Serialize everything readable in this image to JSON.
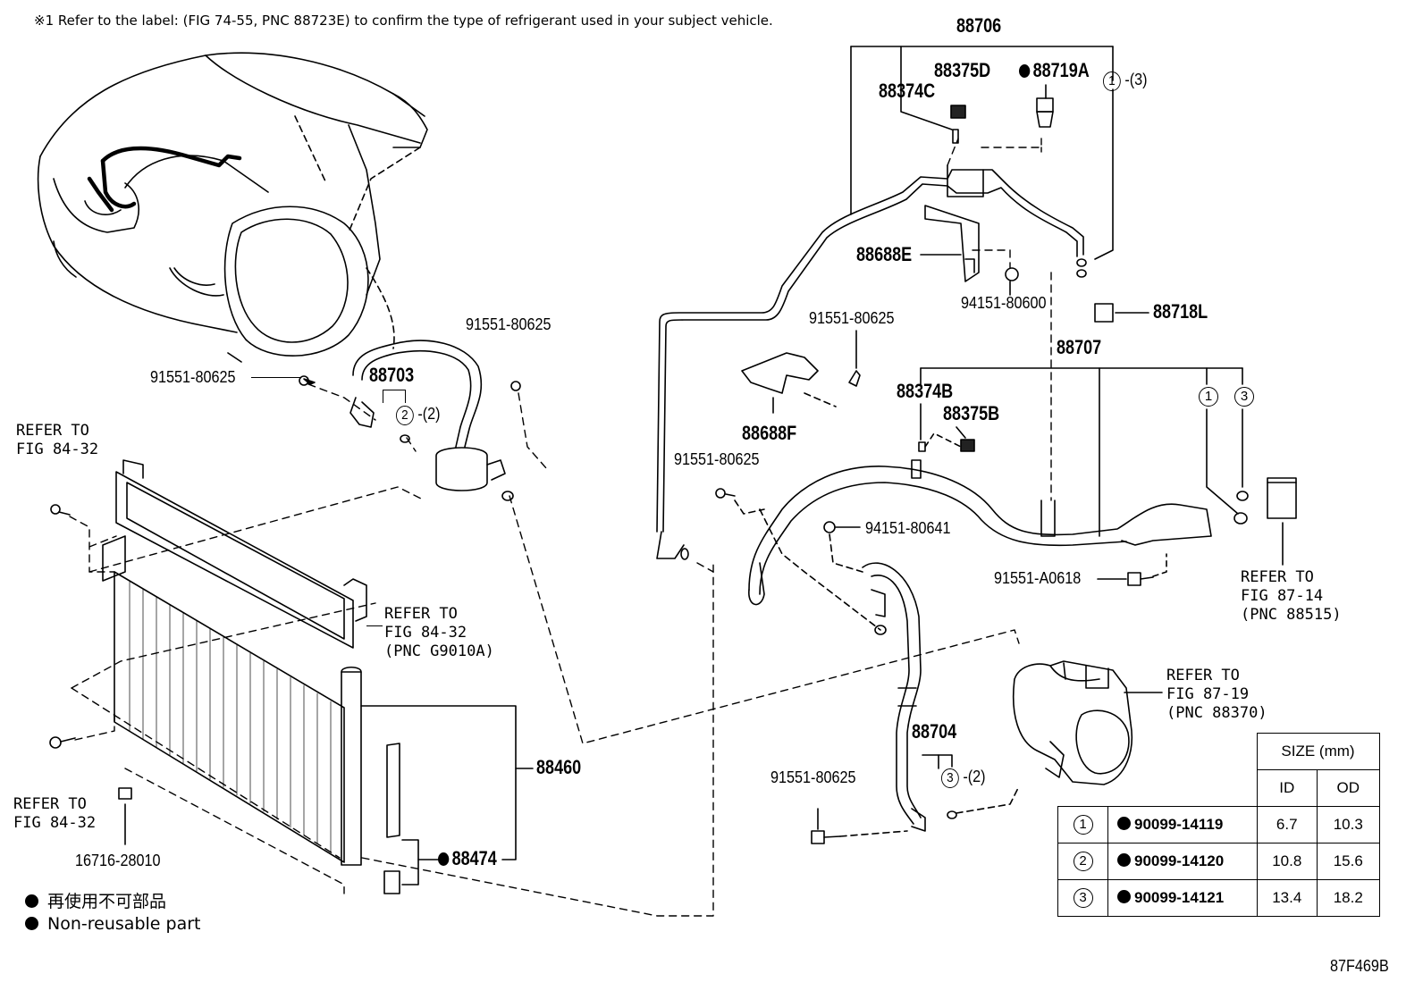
{
  "note": "※1 Refer to the label: (FIG 74-55, PNC 88723E) to confirm the type of refrigerant used in your subject vehicle.",
  "diagram_code": "87F469B",
  "legend": {
    "ja": "再使用不可部品",
    "en": "Non-reusable part"
  },
  "parts": {
    "p88706": "88706",
    "p88375D": "88375D",
    "p88719A": "88719A",
    "p88374C": "88374C",
    "ring1_qty": "-(3)",
    "p88688E": "88688E",
    "p94151_80600": "94151-80600",
    "p88718L": "88718L",
    "p88707": "88707",
    "p88374B": "88374B",
    "p88375B": "88375B",
    "p91551_80625_a": "91551-80625",
    "p91551_80625_b": "91551-80625",
    "p91551_80625_c": "91551-80625",
    "p91551_80625_d": "91551-80625",
    "p91551_80625_e": "91551-80625",
    "p88688F": "88688F",
    "p88703": "88703",
    "ring2_qty": "-(2)",
    "p94151_80641": "94151-80641",
    "p91551_A0618": "91551-A0618",
    "p88704": "88704",
    "ring3_qty": "-(2)",
    "p88460": "88460",
    "p88474": "88474",
    "p16716_28010": "16716-28010"
  },
  "refs": {
    "r1_l1": "REFER TO",
    "r1_l2": "FIG 84-32",
    "r2_l1": "REFER TO",
    "r2_l2": "FIG 84-32",
    "r2_l3": "(PNC G9010A)",
    "r3_l1": "REFER TO",
    "r3_l2": "FIG 84-32",
    "r4_l1": "REFER TO",
    "r4_l2": "FIG 87-14",
    "r4_l3": "(PNC 88515)",
    "r5_l1": "REFER TO",
    "r5_l2": "FIG 87-19",
    "r5_l3": "(PNC 88370)"
  },
  "size_table": {
    "header": "SIZE (mm)",
    "col_id": "ID",
    "col_od": "OD",
    "rows": [
      {
        "ring": "1",
        "part": "90099-14119",
        "id": "6.7",
        "od": "10.3"
      },
      {
        "ring": "2",
        "part": "90099-14120",
        "id": "10.8",
        "od": "15.6"
      },
      {
        "ring": "3",
        "part": "90099-14121",
        "id": "13.4",
        "od": "18.2"
      }
    ]
  }
}
